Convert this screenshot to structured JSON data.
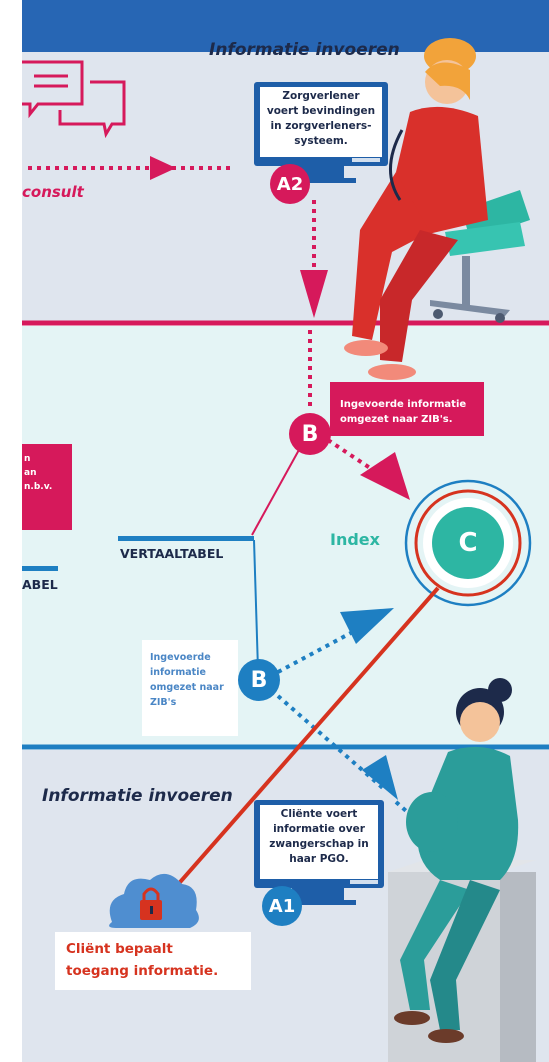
{
  "top_heading": "Informatie invoeren",
  "bottom_heading": "Informatie invoeren",
  "consult_label": "consult",
  "a2": {
    "badge": "A2",
    "screen_lines": [
      "Zorgverlener",
      "voert bevindingen",
      "in zorgverleners-",
      "systeem."
    ]
  },
  "b_top": {
    "badge": "B",
    "box_lines": [
      "Ingevoerde informatie",
      "omgezet naar ZIB's."
    ]
  },
  "left_box_lines": [
    "n",
    "an",
    "n.b.v."
  ],
  "vertaaltabel_label": "VERTAALTABEL",
  "left_tabel_label": "ABEL",
  "index": {
    "label": "Index",
    "badge": "C"
  },
  "b_bottom": {
    "badge": "B",
    "label_lines": [
      "Ingevoerde",
      "informatie",
      "omgezet naar",
      "ZIB's"
    ]
  },
  "a1": {
    "badge": "A1",
    "screen_lines": [
      "Cliënte voert",
      "informatie over",
      "zwangerschap in",
      "haar PGO."
    ]
  },
  "client_lines": [
    "Cliënt bepaalt",
    "toegang informatie."
  ],
  "colors": {
    "pink": "#d6195b",
    "blue": "#1e7fc2",
    "teal": "#2db6a3",
    "red": "#d6331f",
    "navy": "#1d2a4a"
  }
}
